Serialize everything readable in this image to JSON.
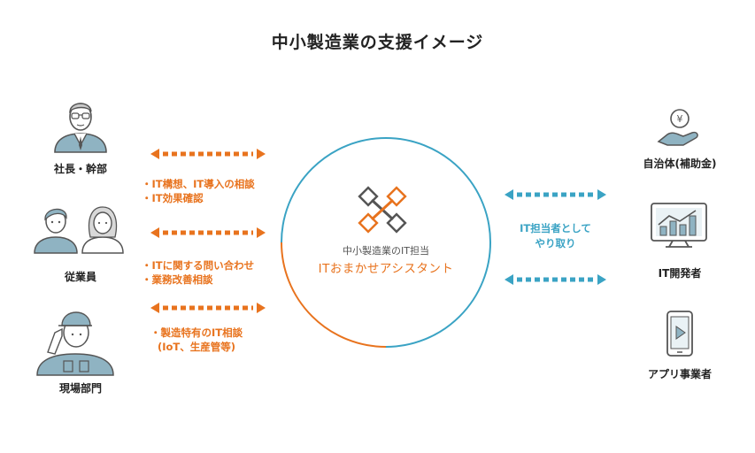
{
  "title": "中小製造業の支援イメージ",
  "left": {
    "president_label": "社長・幹部",
    "employee_label": "従業員",
    "field_label": "現場部門"
  },
  "topics": {
    "first": [
      "・IT構想、IT導入の相談",
      "・IT効果確認"
    ],
    "second": [
      "・ITに関する問い合わせ",
      "・業務改善相談"
    ],
    "third": [
      "・製造特有のIT相談",
      "(IoT、生産管等)"
    ]
  },
  "center": {
    "line1": "中小製造業のIT担当",
    "line2": "ITおまかせアシスタント"
  },
  "right": {
    "exchange_text": [
      "IT担当者として",
      "やり取り"
    ],
    "government_label": "自治体(補助金)",
    "developer_label": "IT開発者",
    "app_label": "アプリ事業者"
  },
  "colors": {
    "orange": "#e8731e",
    "blue": "#3aa3c4",
    "gray": "#555555",
    "teal_fill": "#8fb3c2"
  },
  "icons": [
    "person-manager-icon",
    "person-male-icon",
    "person-female-icon",
    "worker-cap-icon",
    "coin-hand-icon",
    "chart-monitor-icon",
    "smartphone-icon",
    "logo-mark-icon"
  ]
}
